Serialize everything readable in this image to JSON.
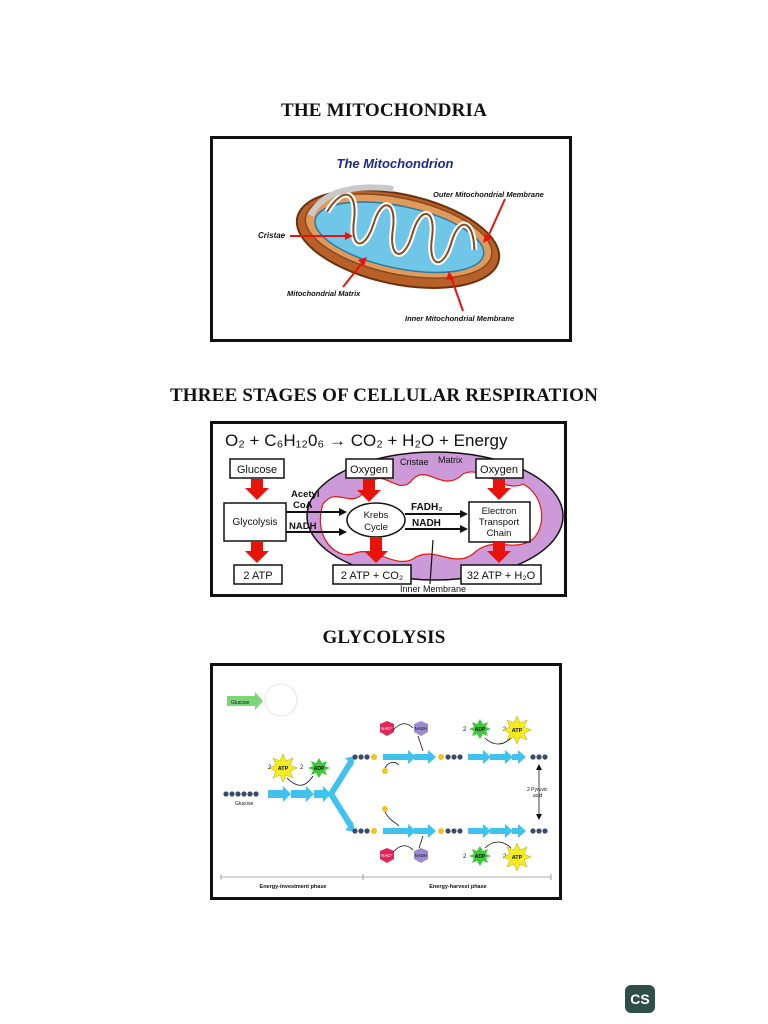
{
  "sections": {
    "mito": {
      "heading": "THE MITOCHONDRIA",
      "figure_title": "The Mitochondrion",
      "labels": {
        "outer": "Outer Mitochondrial Membrane",
        "cristae": "Cristae",
        "matrix": "Mitochondrial Matrix",
        "inner": "Inner Mitochondrial Membrane"
      }
    },
    "stages": {
      "heading": "THREE STAGES OF CELLULAR RESPIRATION",
      "equation": "O₂ + C₆H₁₂0₆ → CO₂ + H₂O + Energy",
      "labels": {
        "glucose": "Glucose",
        "oxygen1": "Oxygen",
        "oxygen2": "Oxygen",
        "cristae": "Cristae",
        "matrix": "Matrix",
        "acetyl1": "Acetyl",
        "acetyl2": "CoA",
        "glycolysis": "Glycolysis",
        "nadh1": "NADH",
        "fadh": "FADH₂",
        "nadh2": "NADH",
        "krebs1": "Krebs",
        "krebs2": "Cycle",
        "etc1": "Electron",
        "etc2": "Transport",
        "etc3": "Chain",
        "atp1": "2 ATP",
        "atp2": "2 ATP + CO₂",
        "atp3": "32 ATP + H₂O",
        "inner": "Inner Membrane"
      }
    },
    "glycolysis": {
      "heading": "GLYCOLYSIS",
      "labels": {
        "glucose_tag": "Glucose",
        "glucose": "Glucose",
        "atp_in": "ATP",
        "adp_in": "ADP",
        "two_in": "2",
        "two_in2": "2",
        "nad_top": "NAD⁺",
        "nadh_top": "NADH",
        "adp_top": "ADP",
        "atp_top": "ATP",
        "two_top": "2",
        "two_top2": "2",
        "nad_bot": "NAD⁺",
        "nadh_bot": "NADH",
        "adp_bot": "ADP",
        "atp_bot": "ATP",
        "two_bot": "2",
        "two_bot2": "2",
        "pyruvic1": "2 Pyruvic",
        "pyruvic2": "acid",
        "p": "P",
        "investment": "Energy-investment phase",
        "harvest": "Energy-harvest phase"
      }
    }
  },
  "badge": "CS",
  "colors": {
    "red_arrow": "#e8140c",
    "matrix_blue": "#6fc6e6",
    "membrane_brown": "#b8602a",
    "purple": "#cc9ad8",
    "cyan_arrow": "#3fc3ee",
    "atp_yellow": "#f4ec1c",
    "adp_green": "#3ec83a",
    "nad_red": "#e2265a",
    "nadh_purple": "#9a8ad0"
  }
}
